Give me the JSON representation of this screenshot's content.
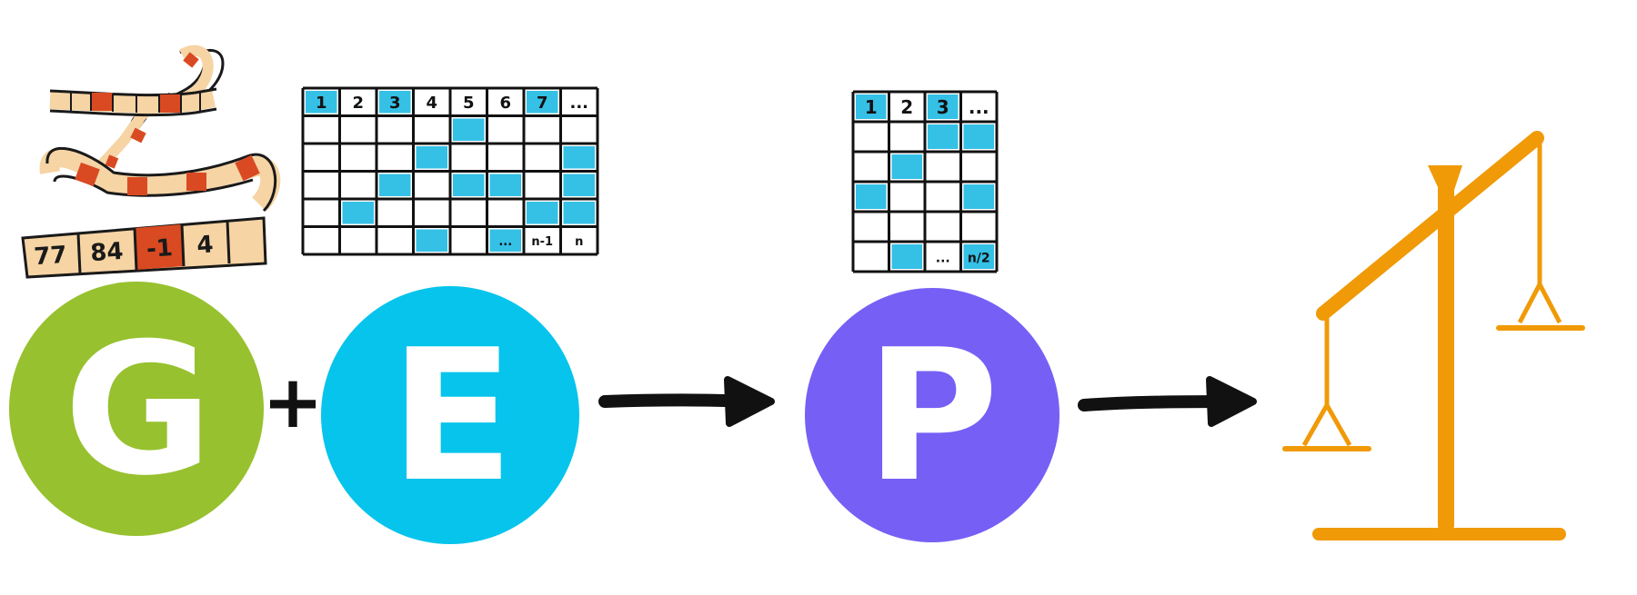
{
  "nodes": {
    "g": {
      "letter": "G",
      "color": "#97c12f"
    },
    "e": {
      "letter": "E",
      "color": "#06c4ec"
    },
    "p": {
      "letter": "P",
      "color": "#765ff5"
    }
  },
  "plus_symbol": "+",
  "tape": {
    "cells": [
      "77",
      "84",
      "-1",
      "4"
    ]
  },
  "grid_large": {
    "header": [
      "1",
      "2",
      "3",
      "4",
      "5",
      "6",
      "7",
      "..."
    ],
    "header_highlight": [
      true,
      false,
      true,
      false,
      false,
      false,
      true,
      false
    ],
    "rows": [
      [
        false,
        false,
        false,
        false,
        true,
        false,
        false,
        false
      ],
      [
        false,
        false,
        false,
        true,
        false,
        false,
        false,
        true
      ],
      [
        false,
        false,
        true,
        false,
        true,
        true,
        false,
        true
      ],
      [
        false,
        true,
        false,
        false,
        false,
        false,
        true,
        true
      ],
      [
        false,
        false,
        false,
        true,
        false,
        true,
        false,
        false
      ]
    ],
    "footer_labels": [
      "...",
      "n-1",
      "n"
    ]
  },
  "grid_small": {
    "header": [
      "1",
      "2",
      "3",
      "..."
    ],
    "header_highlight": [
      true,
      false,
      true,
      false
    ],
    "rows": [
      [
        false,
        false,
        true,
        true
      ],
      [
        false,
        true,
        false,
        false
      ],
      [
        true,
        false,
        false,
        true
      ],
      [
        false,
        false,
        false,
        false
      ],
      [
        false,
        true,
        false,
        true
      ]
    ],
    "footer_labels": [
      "...",
      "n/2"
    ]
  },
  "colors": {
    "cell_fill": "#35c0e6",
    "grid_line": "#111111",
    "scale": "#f09a08",
    "arrow": "#111111",
    "tape_fill": "#f6d4a4",
    "tape_red": "#d94a22"
  },
  "icons": [
    "tape-icon",
    "balance-scale-icon"
  ]
}
